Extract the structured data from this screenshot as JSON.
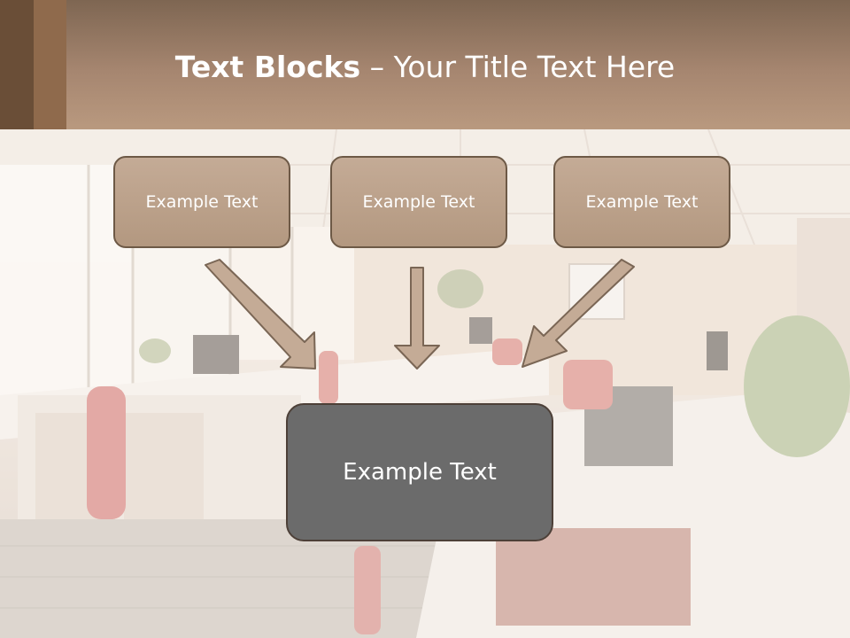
{
  "title": {
    "bold": "Text Blocks",
    "rest": " – Your Title Text Here"
  },
  "blocks": [
    {
      "text": "Example Text"
    },
    {
      "text": "Example Text"
    },
    {
      "text": "Example Text"
    }
  ],
  "main_block": {
    "text": "Example Text"
  },
  "colors": {
    "title_bar": "#a68670",
    "box_fill": "#b9a08b",
    "box_border": "#6d5946",
    "main_box_fill": "#6b6b6b",
    "arrow_fill": "#c4ab96"
  }
}
